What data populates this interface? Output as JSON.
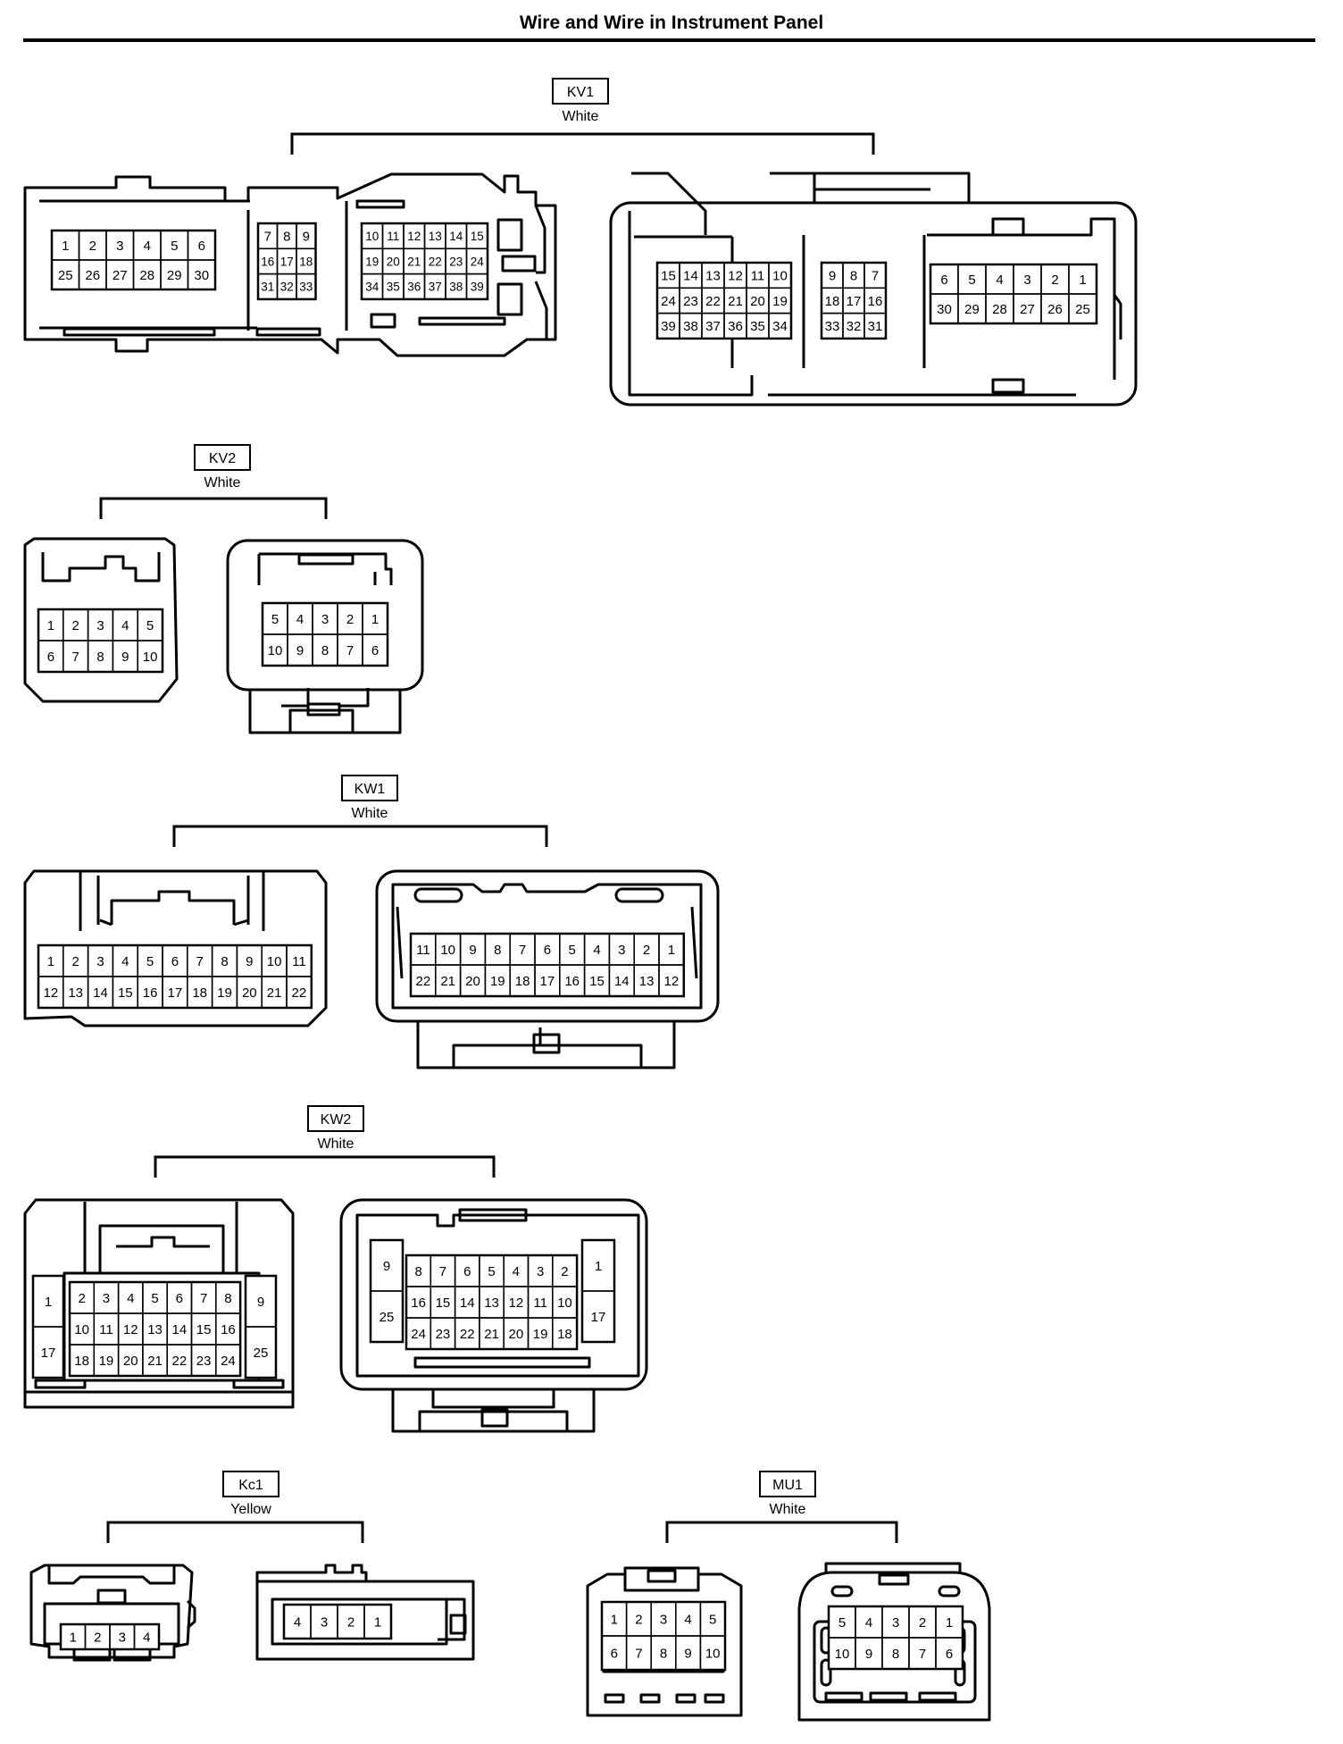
{
  "page": {
    "title": "Wire and Wire in Instrument Panel"
  },
  "connectors": [
    {
      "id": "KV1",
      "color": "White",
      "views": [
        {
          "blocks": [
            {
              "rows": [
                [
                  "1",
                  "2",
                  "3",
                  "4",
                  "5",
                  "6"
                ],
                [
                  "25",
                  "26",
                  "27",
                  "28",
                  "29",
                  "30"
                ]
              ]
            },
            {
              "rows": [
                [
                  "7",
                  "8",
                  "9"
                ],
                [
                  "16",
                  "17",
                  "18"
                ],
                [
                  "31",
                  "32",
                  "33"
                ]
              ]
            },
            {
              "rows": [
                [
                  "10",
                  "11",
                  "12",
                  "13",
                  "14",
                  "15"
                ],
                [
                  "19",
                  "20",
                  "21",
                  "22",
                  "23",
                  "24"
                ],
                [
                  "34",
                  "35",
                  "36",
                  "37",
                  "38",
                  "39"
                ]
              ]
            }
          ]
        },
        {
          "blocks": [
            {
              "rows": [
                [
                  "15",
                  "14",
                  "13",
                  "12",
                  "11",
                  "10"
                ],
                [
                  "24",
                  "23",
                  "22",
                  "21",
                  "20",
                  "19"
                ],
                [
                  "39",
                  "38",
                  "37",
                  "36",
                  "35",
                  "34"
                ]
              ]
            },
            {
              "rows": [
                [
                  "9",
                  "8",
                  "7"
                ],
                [
                  "18",
                  "17",
                  "16"
                ],
                [
                  "33",
                  "32",
                  "31"
                ]
              ]
            },
            {
              "rows": [
                [
                  "6",
                  "5",
                  "4",
                  "3",
                  "2",
                  "1"
                ],
                [
                  "30",
                  "29",
                  "28",
                  "27",
                  "26",
                  "25"
                ]
              ]
            }
          ]
        }
      ]
    },
    {
      "id": "KV2",
      "color": "White",
      "views": [
        {
          "blocks": [
            {
              "rows": [
                [
                  "1",
                  "2",
                  "3",
                  "4",
                  "5"
                ],
                [
                  "6",
                  "7",
                  "8",
                  "9",
                  "10"
                ]
              ]
            }
          ]
        },
        {
          "blocks": [
            {
              "rows": [
                [
                  "5",
                  "4",
                  "3",
                  "2",
                  "1"
                ],
                [
                  "10",
                  "9",
                  "8",
                  "7",
                  "6"
                ]
              ]
            }
          ]
        }
      ]
    },
    {
      "id": "KW1",
      "color": "White",
      "views": [
        {
          "blocks": [
            {
              "rows": [
                [
                  "1",
                  "2",
                  "3",
                  "4",
                  "5",
                  "6",
                  "7",
                  "8",
                  "9",
                  "10",
                  "11"
                ],
                [
                  "12",
                  "13",
                  "14",
                  "15",
                  "16",
                  "17",
                  "18",
                  "19",
                  "20",
                  "21",
                  "22"
                ]
              ]
            }
          ]
        },
        {
          "blocks": [
            {
              "rows": [
                [
                  "11",
                  "10",
                  "9",
                  "8",
                  "7",
                  "6",
                  "5",
                  "4",
                  "3",
                  "2",
                  "1"
                ],
                [
                  "22",
                  "21",
                  "20",
                  "19",
                  "18",
                  "17",
                  "16",
                  "15",
                  "14",
                  "13",
                  "12"
                ]
              ]
            }
          ]
        }
      ]
    },
    {
      "id": "KW2",
      "color": "White",
      "views": [
        {
          "blocks": [
            {
              "rows": [
                [
                  "1"
                ],
                [
                  "17"
                ]
              ]
            },
            {
              "rows": [
                [
                  "2",
                  "3",
                  "4",
                  "5",
                  "6",
                  "7",
                  "8"
                ],
                [
                  "10",
                  "11",
                  "12",
                  "13",
                  "14",
                  "15",
                  "16"
                ],
                [
                  "18",
                  "19",
                  "20",
                  "21",
                  "22",
                  "23",
                  "24"
                ]
              ]
            },
            {
              "rows": [
                [
                  "9"
                ],
                [
                  "25"
                ]
              ]
            }
          ]
        },
        {
          "blocks": [
            {
              "rows": [
                [
                  "9"
                ],
                [
                  "25"
                ]
              ]
            },
            {
              "rows": [
                [
                  "8",
                  "7",
                  "6",
                  "5",
                  "4",
                  "3",
                  "2"
                ],
                [
                  "16",
                  "15",
                  "14",
                  "13",
                  "12",
                  "11",
                  "10"
                ],
                [
                  "24",
                  "23",
                  "22",
                  "21",
                  "20",
                  "19",
                  "18"
                ]
              ]
            },
            {
              "rows": [
                [
                  "1"
                ],
                [
                  "17"
                ]
              ]
            }
          ]
        }
      ]
    },
    {
      "id": "Kc1",
      "color": "Yellow",
      "views": [
        {
          "blocks": [
            {
              "rows": [
                [
                  "1",
                  "2",
                  "3",
                  "4"
                ]
              ]
            }
          ]
        },
        {
          "blocks": [
            {
              "rows": [
                [
                  "4",
                  "3",
                  "2",
                  "1"
                ]
              ]
            }
          ]
        }
      ]
    },
    {
      "id": "MU1",
      "color": "White",
      "views": [
        {
          "blocks": [
            {
              "rows": [
                [
                  "1",
                  "2",
                  "3",
                  "4",
                  "5"
                ],
                [
                  "6",
                  "7",
                  "8",
                  "9",
                  "10"
                ]
              ]
            }
          ]
        },
        {
          "blocks": [
            {
              "rows": [
                [
                  "5",
                  "4",
                  "3",
                  "2",
                  "1"
                ],
                [
                  "10",
                  "9",
                  "8",
                  "7",
                  "6"
                ]
              ]
            }
          ]
        }
      ]
    }
  ]
}
